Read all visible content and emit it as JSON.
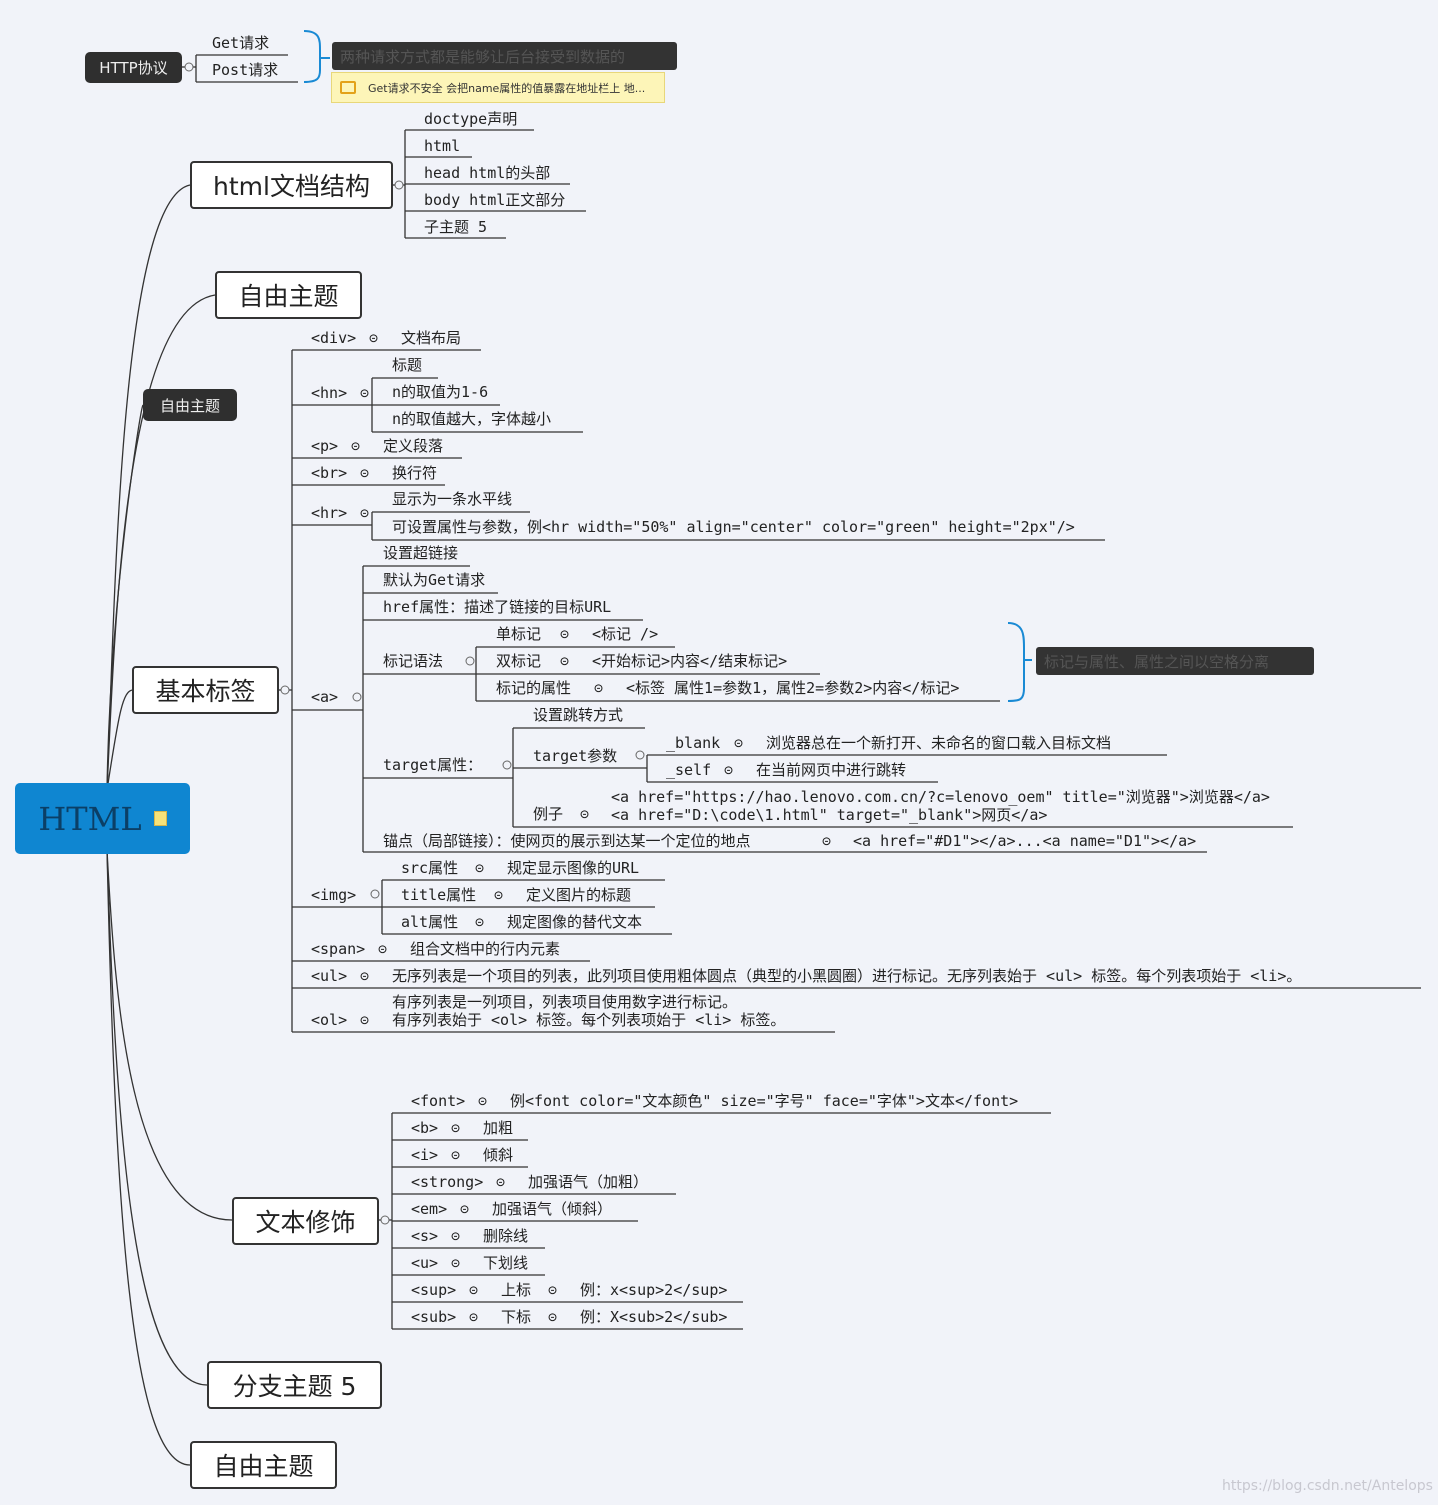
{
  "root": {
    "label": "HTML",
    "icon": "note-icon"
  },
  "http": {
    "label": "HTTP协议",
    "get": "Get请求",
    "post": "Post请求",
    "summary": "两种请求方式都是能够让后台接受到数据的",
    "note": "Get请求不安全 会把name属性的值暴露在地址栏上 地..."
  },
  "doc_structure": {
    "label": "html文档结构",
    "items": [
      "doctype声明",
      "html",
      "head html的头部",
      "body html正文部分",
      "子主题 5"
    ]
  },
  "free_topic_1": "自由主题",
  "free_topic_float": "自由主题",
  "basic_tags": {
    "label": "基本标签",
    "div": {
      "tag": "<div>",
      "desc": "文档布局"
    },
    "hn": {
      "tag": "<hn>",
      "items": [
        "标题",
        "n的取值为1-6",
        "n的取值越大，字体越小"
      ]
    },
    "p": {
      "tag": "<p>",
      "desc": "定义段落"
    },
    "br": {
      "tag": "<br>",
      "desc": "换行符"
    },
    "hr": {
      "tag": "<hr>",
      "items": [
        "显示为一条水平线",
        "可设置属性与参数，例<hr width=\"50%\" align=\"center\" color=\"green\" height=\"2px\"/>"
      ]
    },
    "a": {
      "tag": "<a>",
      "set_link": "设置超链接",
      "default_get": "默认为Get请求",
      "href": "href属性：描述了链接的目标URL",
      "syntax": {
        "label": "标记语法",
        "single": "单标记",
        "single_val": "<标记 />",
        "double": "双标记",
        "double_val": "<开始标记>内容</结束标记>",
        "attr": "标记的属性",
        "attr_val": "<标签 属性1=参数1，属性2=参数2>内容</标记>",
        "summary": "标记与属性、属性之间以空格分离"
      },
      "target": {
        "label": "target属性：",
        "set_jump": "设置跳转方式",
        "param_label": "target参数",
        "blank": "_blank",
        "blank_desc": "浏览器总在一个新打开、未命名的窗口载入目标文档",
        "self": "_self",
        "self_desc": "在当前网页中进行跳转",
        "example_label": "例子",
        "example_1": "<a href=\"https://hao.lenovo.com.cn/?c=lenovo_oem\" title=\"浏览器\">浏览器</a>",
        "example_2": "<a href=\"D:\\code\\1.html\" target=\"_blank\">网页</a>"
      },
      "anchor": "锚点（局部链接）：使网页的展示到达某一个定位的地点",
      "anchor_val": "<a href=\"#D1\"></a>...<a name=\"D1\"></a>"
    },
    "img": {
      "tag": "<img>",
      "src": "src属性",
      "src_desc": "规定显示图像的URL",
      "title": "title属性",
      "title_desc": "定义图片的标题",
      "alt": "alt属性",
      "alt_desc": "规定图像的替代文本"
    },
    "span": {
      "tag": "<span>",
      "desc": "组合文档中的行内元素"
    },
    "ul": {
      "tag": "<ul>",
      "desc": "无序列表是一个项目的列表，此列项目使用粗体圆点（典型的小黑圆圈）进行标记。无序列表始于 <ul> 标签。每个列表项始于 <li>。"
    },
    "ol": {
      "tag": "<ol>",
      "desc_1": "有序列表是一列项目，列表项目使用数字进行标记。",
      "desc_2": "有序列表始于 <ol> 标签。每个列表项始于 <li> 标签。"
    }
  },
  "text_decoration": {
    "label": "文本修饰",
    "font": {
      "tag": "<font>",
      "desc": "例<font color=\"文本颜色\" size=\"字号\" face=\"字体\">文本</font>"
    },
    "b": {
      "tag": "<b>",
      "desc": "加粗"
    },
    "i": {
      "tag": "<i>",
      "desc": "倾斜"
    },
    "strong": {
      "tag": "<strong>",
      "desc": "加强语气（加粗）"
    },
    "em": {
      "tag": "<em>",
      "desc": "加强语气（倾斜）"
    },
    "s": {
      "tag": "<s>",
      "desc": "删除线"
    },
    "u": {
      "tag": "<u>",
      "desc": "下划线"
    },
    "sup": {
      "tag": "<sup>",
      "desc": "上标",
      "example": "例：x<sup>2</sup>"
    },
    "sub": {
      "tag": "<sub>",
      "desc": "下标",
      "example": "例：X<sub>2</sub>"
    }
  },
  "branch_5": "分支主题 5",
  "free_topic_2": "自由主题",
  "watermark": "https://blog.csdn.net/Antelops",
  "colors": {
    "root": "#0f86d1",
    "bracket": "#1a8ad4",
    "note_bg": "#fdf5b8",
    "dark": "#2f2f2f"
  }
}
